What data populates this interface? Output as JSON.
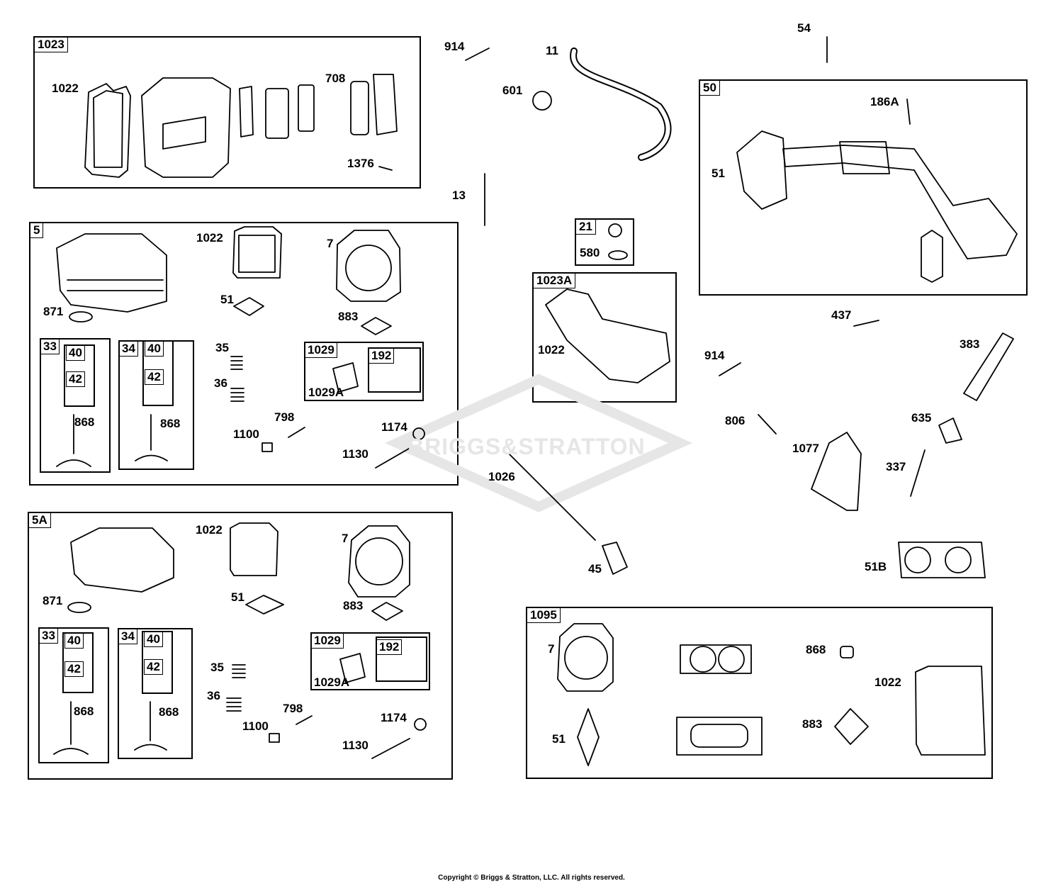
{
  "watermark": "BRIGGS&STRATTON",
  "copyright": "Copyright © Briggs & Stratton, LLC. All rights reserved.",
  "groups": [
    {
      "tag": "1023",
      "label": "1023"
    },
    {
      "tag": "5",
      "label": "5"
    },
    {
      "tag": "5A",
      "label": "5A"
    },
    {
      "tag": "21",
      "label": "21"
    },
    {
      "tag": "1023A",
      "label": "1023A"
    },
    {
      "tag": "50",
      "label": "50"
    },
    {
      "tag": "1095",
      "label": "1095"
    }
  ],
  "subgroups": [
    "33",
    "34",
    "40",
    "42",
    "1029",
    "192"
  ],
  "parts": [
    "1022",
    "708",
    "1376",
    "914",
    "11",
    "601",
    "54",
    "13",
    "186A",
    "51",
    "7",
    "883",
    "871",
    "35",
    "36",
    "798",
    "1100",
    "1174",
    "1130",
    "1029A",
    "580",
    "437",
    "383",
    "806",
    "635",
    "1077",
    "337",
    "1026",
    "45",
    "51B",
    "868"
  ]
}
